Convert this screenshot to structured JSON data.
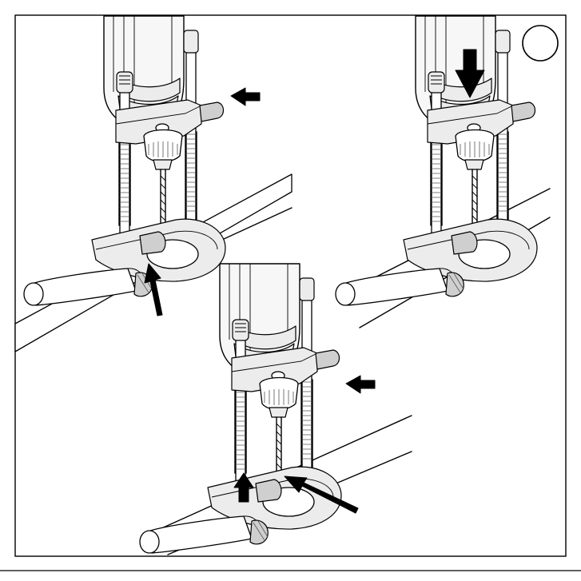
{
  "figure": {
    "step_marker": "",
    "frame_color": "#000000",
    "background_color": "#ffffff",
    "panels": [
      {
        "id": "step-1",
        "action_arrows": [
          "release-lever-arrow",
          "depth-stop-arrow"
        ]
      },
      {
        "id": "step-2",
        "action_arrows": [
          "plunge-down-arrow"
        ]
      },
      {
        "id": "step-3",
        "action_arrows": [
          "lock-lever-arrow",
          "stop-raise-arrow",
          "drill-tip-arrow"
        ]
      }
    ]
  }
}
